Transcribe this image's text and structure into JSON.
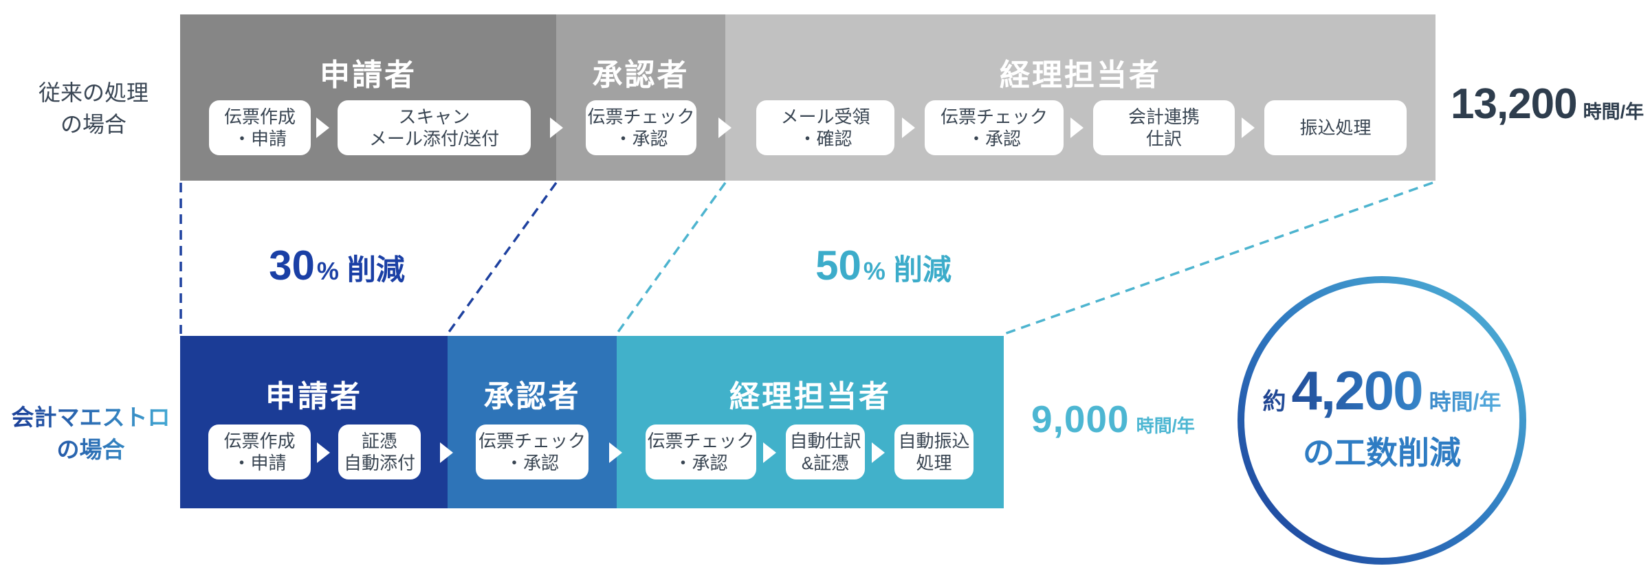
{
  "legacy_row": {
    "label_line1": "従来の処理",
    "label_line2": "の場合",
    "sections": [
      {
        "title": "申請者",
        "steps": [
          "伝票作成\n・申請",
          "スキャン\nメール添付/送付"
        ]
      },
      {
        "title": "承認者",
        "steps": [
          "伝票チェック\n・承認"
        ]
      },
      {
        "title": "経理担当者",
        "steps": [
          "メール受領\n・確認",
          "伝票チェック\n・承認",
          "会計連携\n仕訳",
          "振込処理"
        ]
      }
    ],
    "total_value": "13,200",
    "total_unit": "時間/年"
  },
  "maestro_row": {
    "label_line1": "会計マエストロ",
    "label_line2": "の場合",
    "sections": [
      {
        "title": "申請者",
        "steps": [
          "伝票作成\n・申請",
          "証憑\n自動添付"
        ]
      },
      {
        "title": "承認者",
        "steps": [
          "伝票チェック\n・承認"
        ]
      },
      {
        "title": "経理担当者",
        "steps": [
          "伝票チェック\n・承認",
          "自動仕訳\n&証憑",
          "自動振込\n処理"
        ]
      }
    ],
    "total_value": "9,000",
    "total_unit": "時間/年"
  },
  "reductions": [
    {
      "value": "30",
      "percent": "%",
      "label": "削減"
    },
    {
      "value": "50",
      "percent": "%",
      "label": "削減"
    }
  ],
  "summary": {
    "prefix": "約",
    "value": "4,200",
    "unit": "時間/年",
    "label": "の工数削減"
  },
  "colors": {
    "legacy_applicant_gray": "#868686",
    "legacy_approver_gray": "#a2a2a2",
    "legacy_accounting_gray": "#c1c1c1",
    "maestro_applicant_navy": "#1b3c96",
    "maestro_approver_blue": "#2e74b8",
    "maestro_accounting_cyan": "#41b1ca",
    "reduction_30_text": "#1a3fa5",
    "reduction_50_text": "#3cacca",
    "legacy_total_text": "#2e3d4d",
    "maestro_total_text": "#4cb6d2",
    "dash_navy": "#1e419f",
    "dash_cyan": "#4db4cf",
    "circle_label_blue": "#2e7cc3"
  }
}
